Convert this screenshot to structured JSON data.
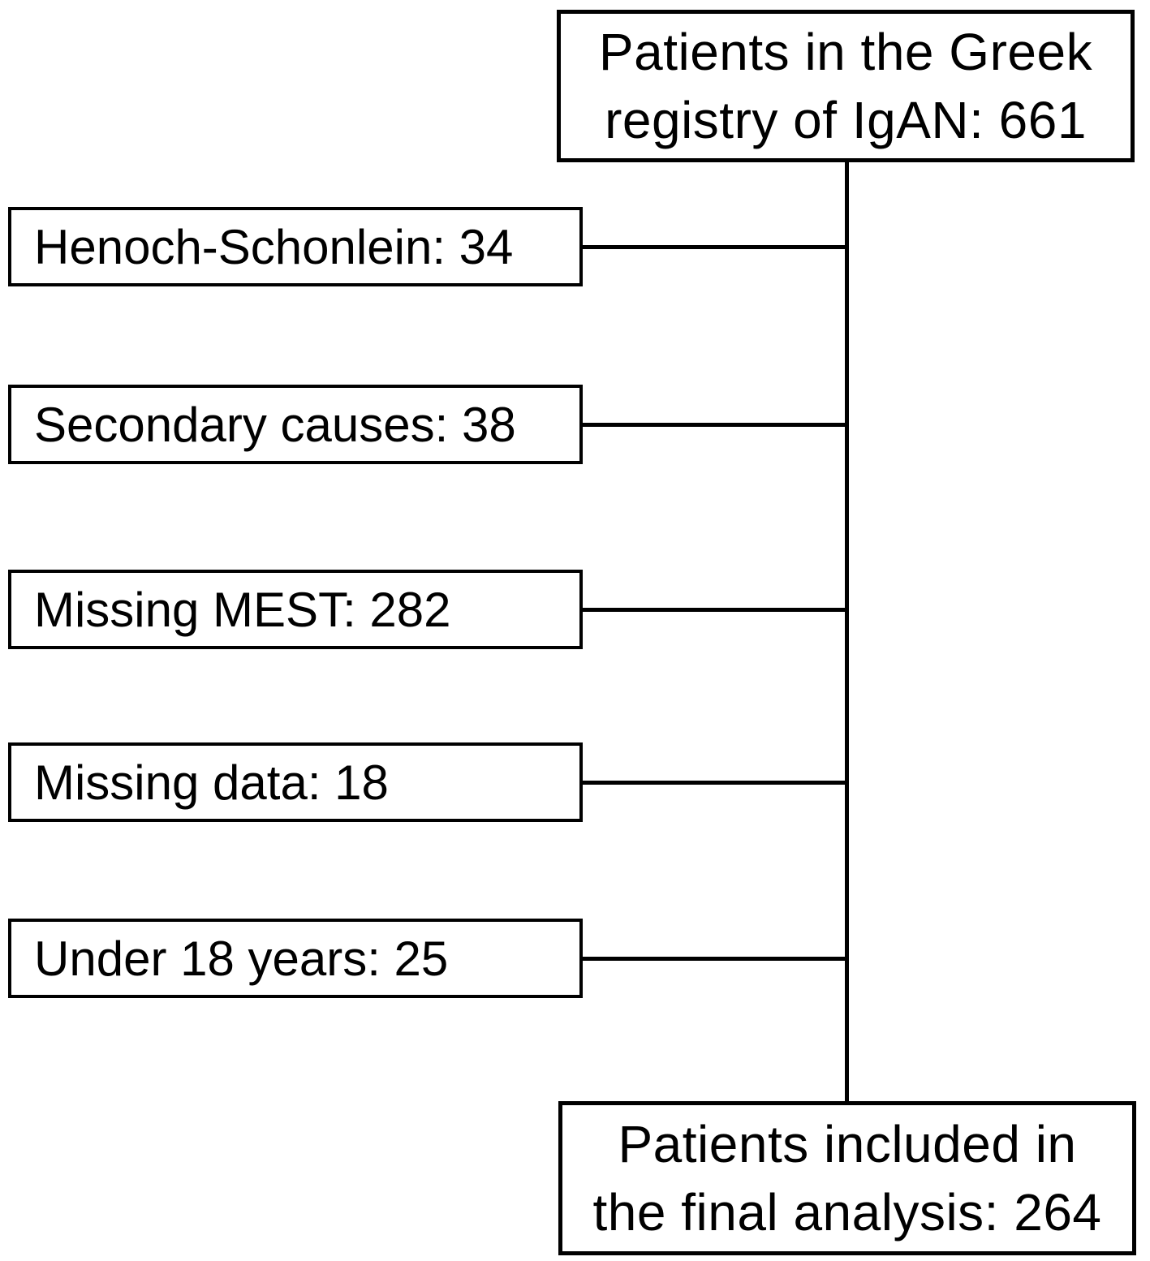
{
  "diagram": {
    "type": "flowchart",
    "description": "Patient inclusion/exclusion flow diagram",
    "colors": {
      "background": "#ffffff",
      "stroke": "#000000",
      "text": "#000000"
    },
    "top_box": {
      "line1": "Patients in the Greek",
      "line2": "registry of IgAN: 661",
      "label": "Patients in the Greek registry of IgAN: 661",
      "value": 661
    },
    "exclusions": [
      {
        "label": "Henoch-Schonlein: 34",
        "name": "Henoch-Schonlein",
        "value": 34
      },
      {
        "label": "Secondary causes: 38",
        "name": "Secondary causes",
        "value": 38
      },
      {
        "label": "Missing MEST: 282",
        "name": "Missing MEST",
        "value": 282
      },
      {
        "label": "Missing data: 18",
        "name": "Missing data",
        "value": 18
      },
      {
        "label": "Under 18 years: 25",
        "name": "Under 18 years",
        "value": 25
      }
    ],
    "bottom_box": {
      "line1": "Patients included in",
      "line2": "the final analysis: 264",
      "label": "Patients included in the final analysis: 264",
      "value": 264
    }
  }
}
